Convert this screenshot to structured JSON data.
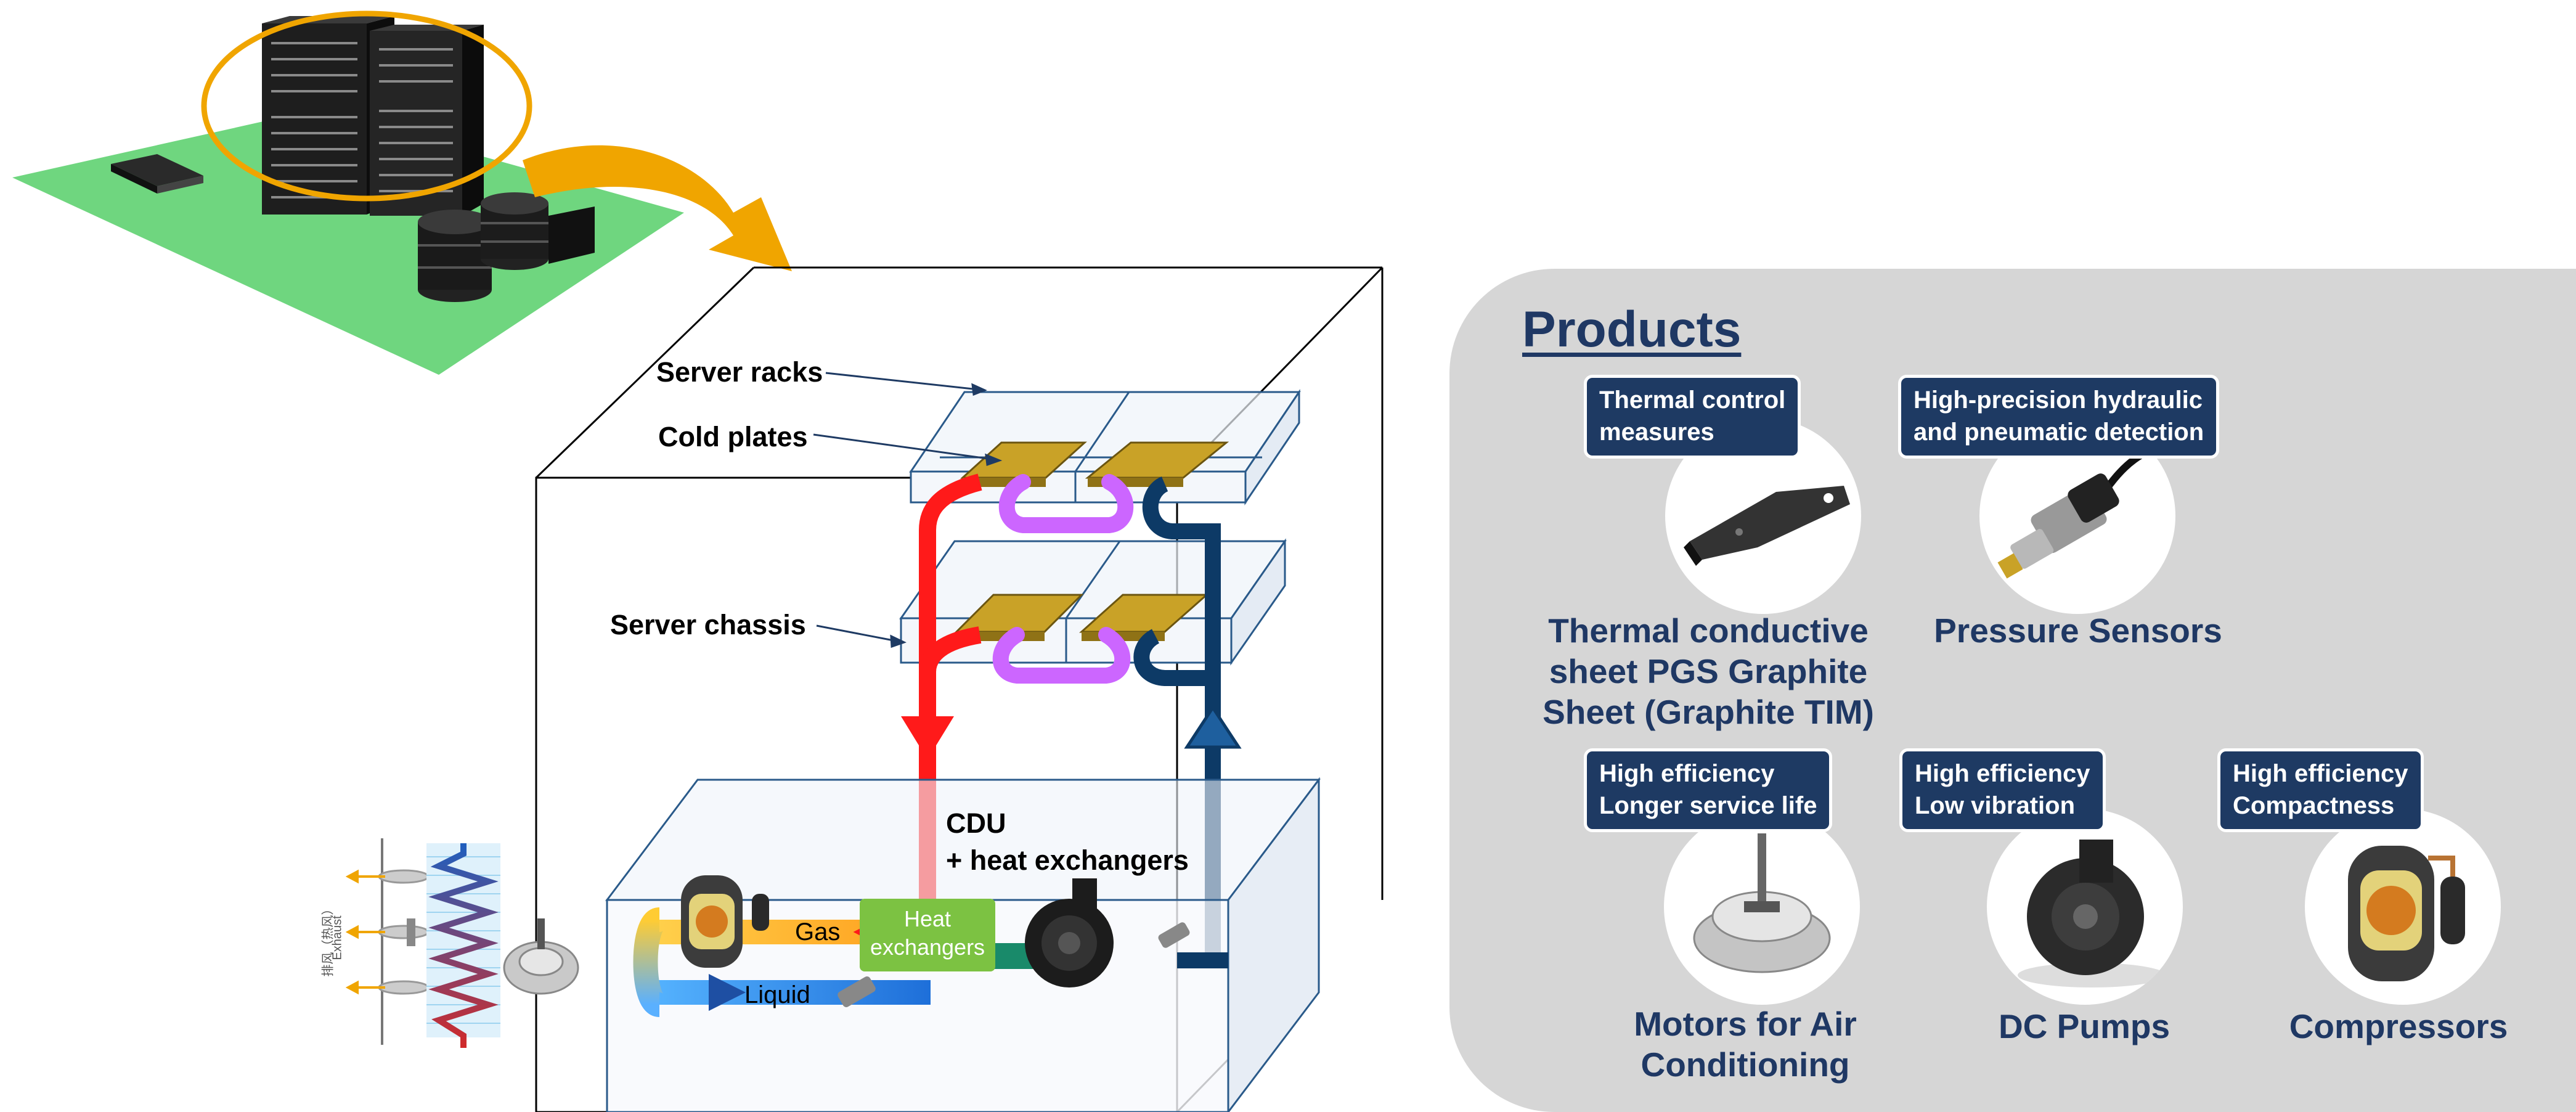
{
  "labels": {
    "server_racks": "Server racks",
    "cold_plates": "Cold plates",
    "server_chassis": "Server chassis",
    "cdu_line1": "CDU",
    "cdu_line2": "+ heat exchangers",
    "heat_exchangers_line1": "Heat",
    "heat_exchangers_line2": "exchangers",
    "gas": "Gas",
    "liquid": "Liquid",
    "exhaust_jp": "排风（热风）",
    "exhaust_en": "Exhaust"
  },
  "products": {
    "title": "Products",
    "items": [
      {
        "badge_line1": "Thermal  control",
        "badge_line2": "measures",
        "name_lines": [
          "Thermal conductive",
          "sheet PGS Graphite",
          "Sheet (Graphite TIM)"
        ],
        "icon": "graphite-sheet-icon"
      },
      {
        "badge_line1": "High-precision hydraulic",
        "badge_line2": "and pneumatic detection",
        "name_lines": [
          "Pressure Sensors"
        ],
        "icon": "pressure-sensor-icon"
      },
      {
        "badge_line1": "High efficiency",
        "badge_line2": "Longer service life",
        "name_lines": [
          "Motors for Air",
          "Conditioning"
        ],
        "icon": "fan-motor-icon"
      },
      {
        "badge_line1": "High efficiency",
        "badge_line2": "Low vibration",
        "name_lines": [
          "DC Pumps"
        ],
        "icon": "dc-pump-icon"
      },
      {
        "badge_line1": "High efficiency",
        "badge_line2": "Compactness",
        "name_lines": [
          "Compressors"
        ],
        "icon": "compressor-icon"
      }
    ]
  },
  "colors": {
    "hot_pipe": "#ff1a1a",
    "cold_pipe": "#0d3a66",
    "link_pipe": "#cc66ff",
    "cold_plate": "#c9a227",
    "floor": "#6fd67f",
    "arrow_orange": "#f0a500",
    "heat_exchanger_box": "#7cc242",
    "products_title": "#1f3864",
    "badge_bg": "#1e3a63",
    "panel_bg": "#d6d6d6"
  }
}
